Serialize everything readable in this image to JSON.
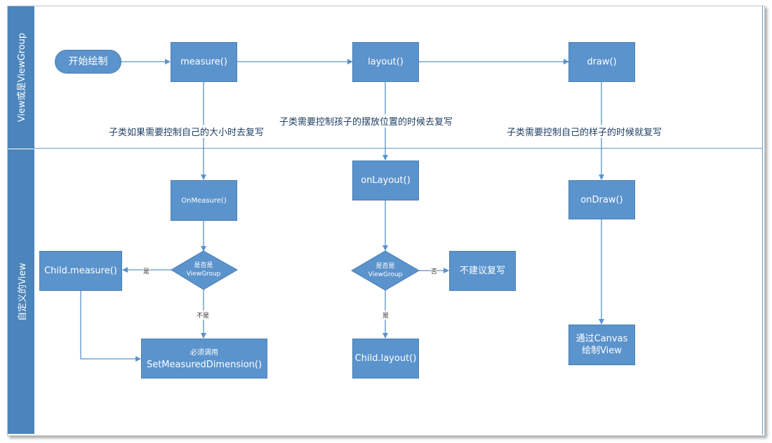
{
  "lanes": {
    "top": "View或是ViewGroup",
    "bottom": "自定义的View"
  },
  "nodes": {
    "start": "开始绘制",
    "measure": "measure()",
    "layout": "layout()",
    "draw": "draw()",
    "on_measure": "OnMeasure()",
    "on_layout": "onLayout()",
    "on_draw": "onDraw()",
    "decision_left": [
      "是否是",
      "ViewGroup"
    ],
    "decision_mid": [
      "是否是",
      "ViewGroup"
    ],
    "child_measure": "Child.measure()",
    "set_measured": [
      "必须调用",
      "SetMeasuredDimension()"
    ],
    "child_layout": "Child.layout()",
    "not_recommended": "不建议复写",
    "canvas_draw": [
      "通过Canvas",
      "绘制View"
    ]
  },
  "notes": {
    "measure_note": "子类如果需要控制自己的大小时去复写",
    "layout_note": "子类需要控制孩子的摆放位置的时候去复写",
    "draw_note": "子类需要控制自己的样子的时候就复写"
  },
  "edge_labels": {
    "left_yes": "是",
    "left_no": "不是",
    "mid_no": "否",
    "mid_yes": "是"
  },
  "colors": {
    "box_fill": "#5b93cc",
    "lane_fill": "#4b85bb",
    "line": "#5b93cc"
  }
}
